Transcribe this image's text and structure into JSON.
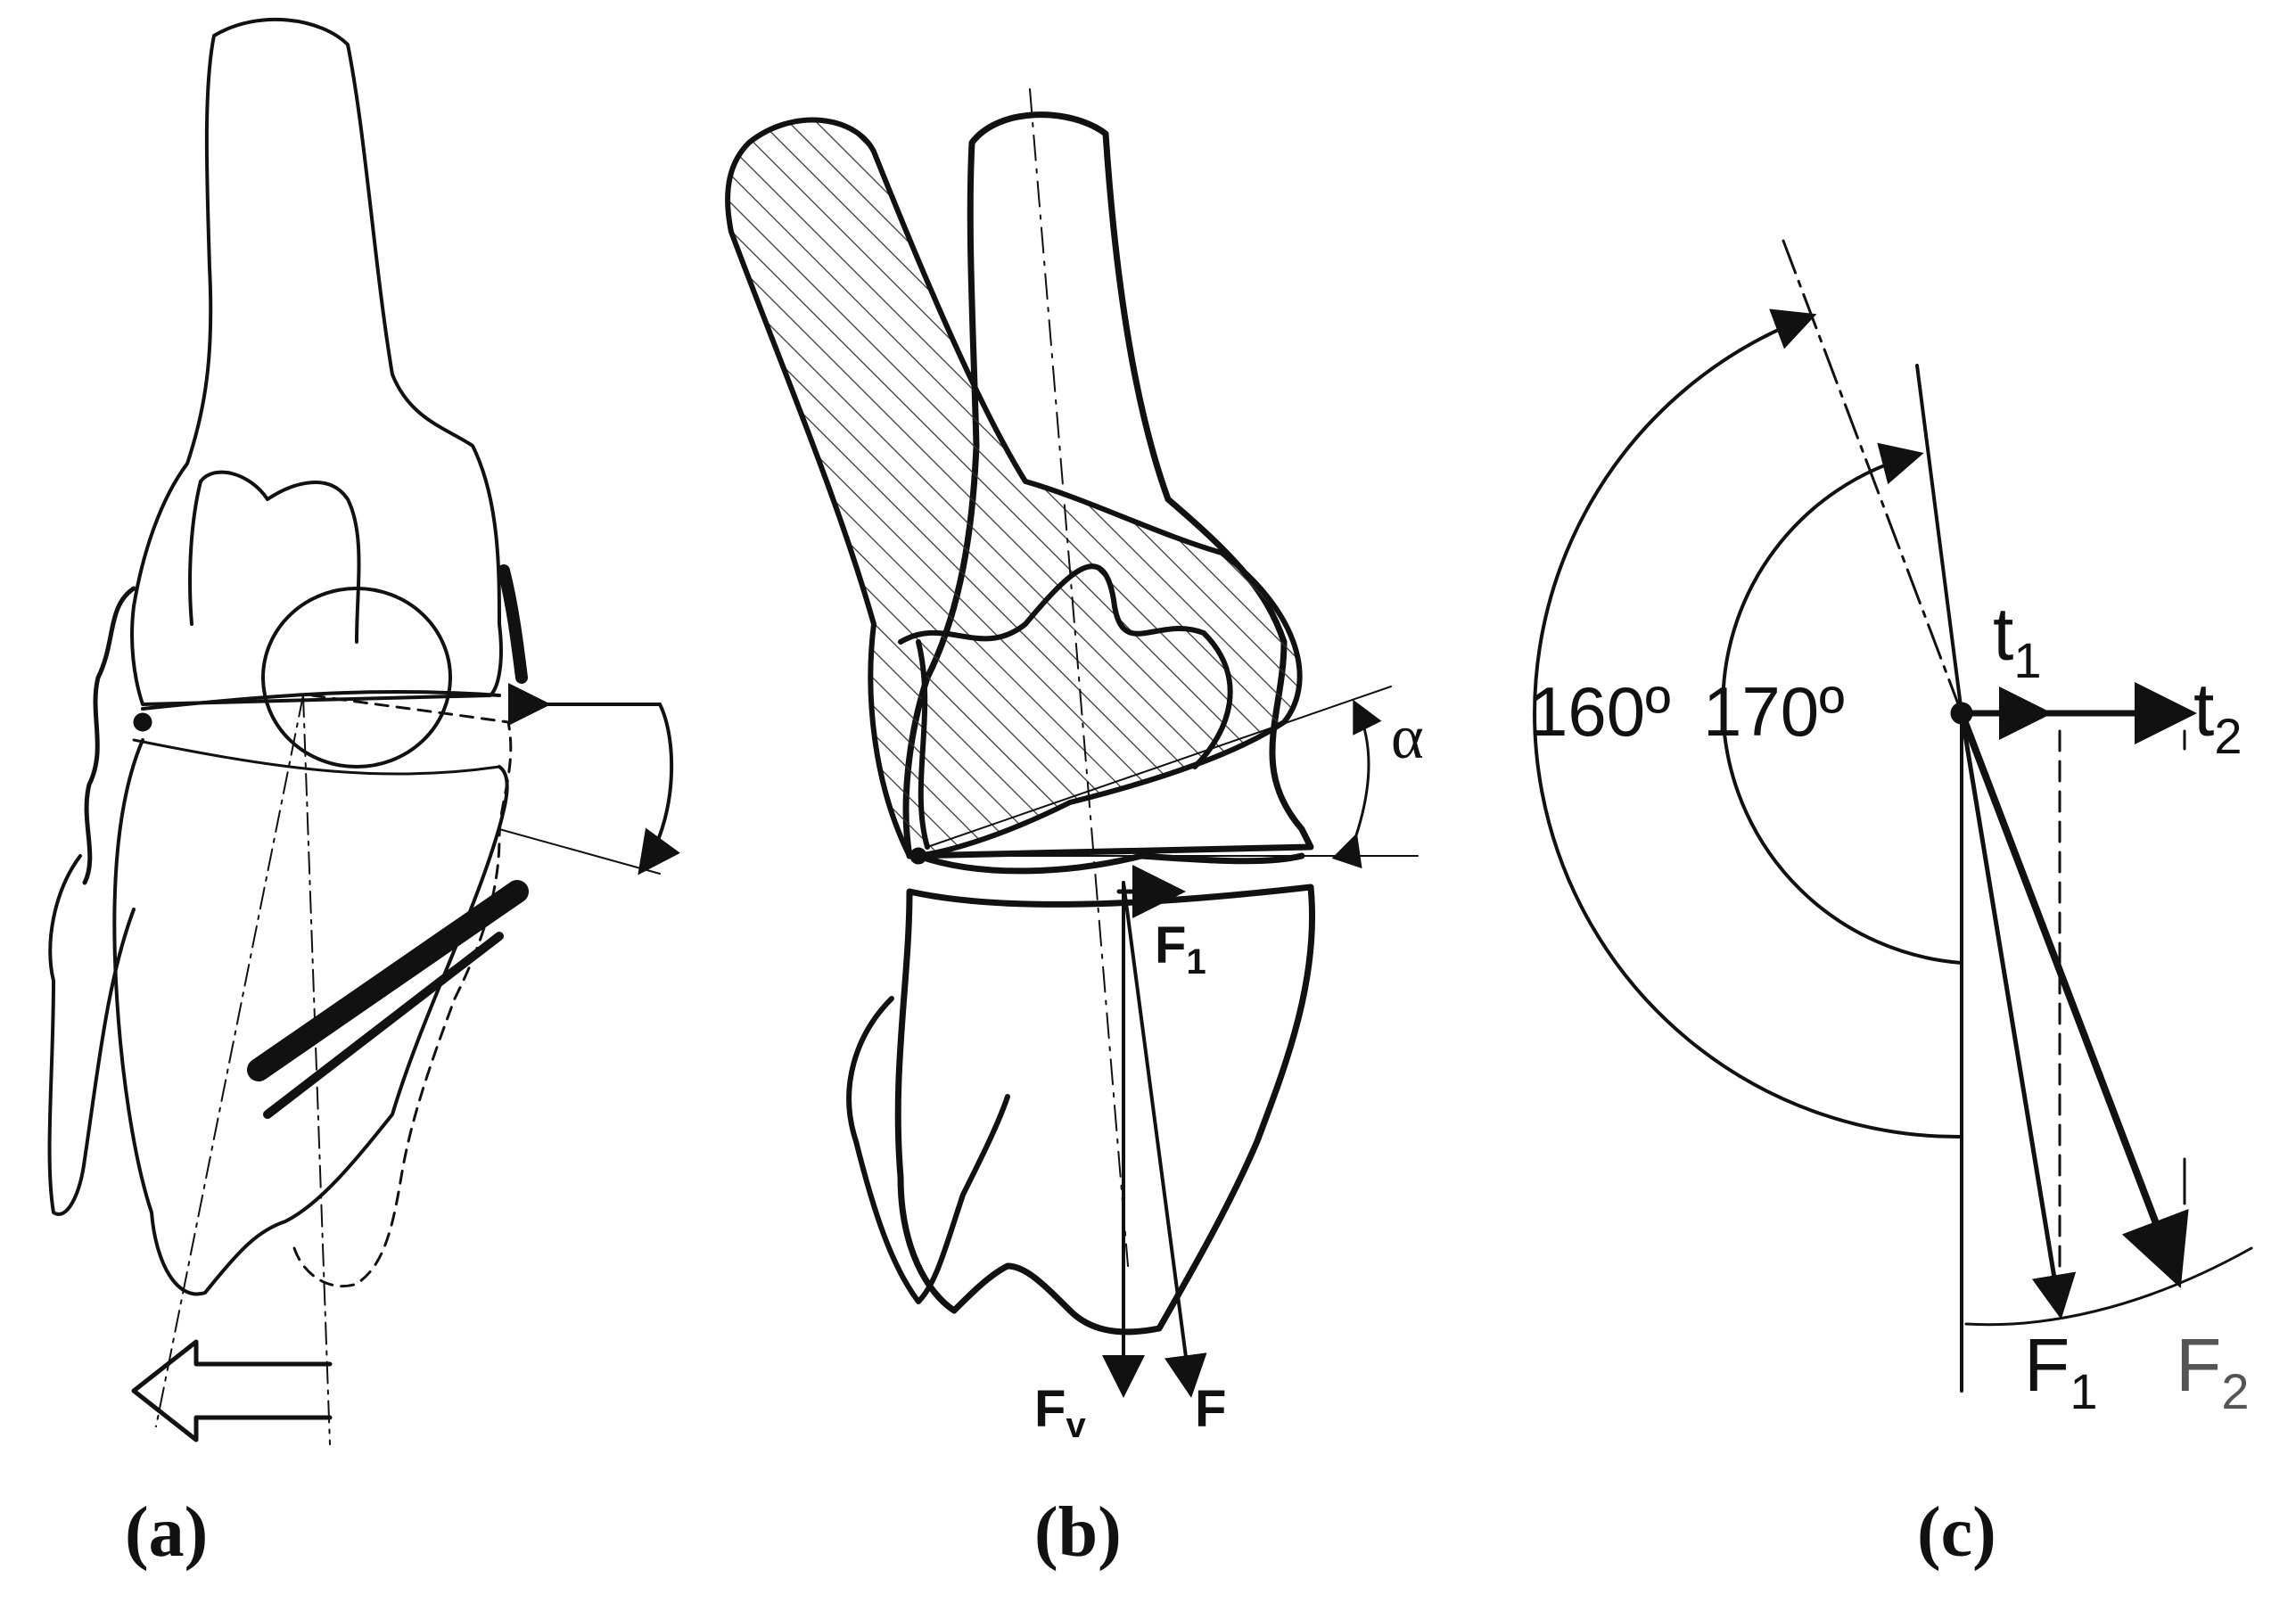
{
  "panels": [
    {
      "id": "a",
      "label": "(a)"
    },
    {
      "id": "b",
      "label": "(b)",
      "forces": {
        "f1": "F",
        "f1_sub": "1",
        "fv": "F",
        "fv_sub": "v",
        "f": "F"
      },
      "angle_symbol": "α"
    },
    {
      "id": "c",
      "label": "(c)",
      "angles": [
        "160º",
        "170º"
      ],
      "vectors": {
        "t1": "t",
        "t1_sub": "1",
        "t2": "t",
        "t2_sub": "2",
        "F1": "F",
        "F1_sub": "1",
        "F2": "F",
        "F2_sub": "2"
      }
    }
  ],
  "colors": {
    "ink": "#111111",
    "background": "#ffffff",
    "hatch": "#333333"
  }
}
